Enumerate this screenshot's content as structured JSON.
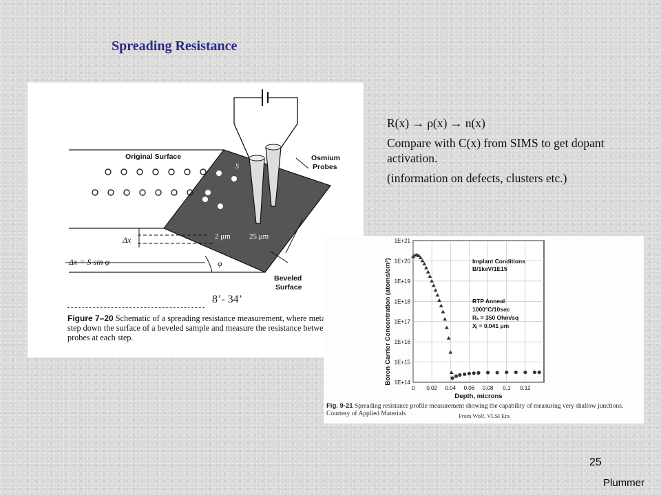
{
  "slide": {
    "title": "Spreading Resistance",
    "bullets": [
      "R(x) → ρ(x) → n(x)",
      "Compare with C(x) from SIMS to get dopant activation.",
      "(information on defects, clusters etc.)"
    ],
    "page_number": "25",
    "author": "Plummer"
  },
  "left_figure": {
    "angle_range": "8’- 34’",
    "labels": {
      "original_surface": "Original Surface",
      "osmium": "Osmium",
      "probes": "Probes",
      "beveled": "Beveled",
      "surface": "Surface",
      "delta_x": "Δx",
      "delta_x_formula": "Δx = S sin φ",
      "phi": "φ",
      "spacing_2um": "2 μm",
      "spacing_25um": "25 μm",
      "s": "S"
    },
    "caption_label": "Figure 7–20",
    "caption_text": "Schematic of a spreading resistance measurement, where metal probes step down the surface of a beveled sample and measure the resistance between the probes at each step."
  },
  "right_figure": {
    "chart_data": {
      "type": "scatter",
      "title": "",
      "xlabel": "Depth, microns",
      "ylabel": "Boron Carrier Concentration (atoms/cm³)",
      "xlim": [
        0,
        0.14
      ],
      "ylim": [
        100000000000000.0,
        1e+21
      ],
      "y_scale": "log",
      "x_ticks": [
        "0",
        "0.02",
        "0.04",
        "0.06",
        "0.08",
        "0.1",
        "0.12"
      ],
      "y_ticks": [
        "1E+21",
        "1E+20",
        "1E+19",
        "1E+18",
        "1E+17",
        "1E+16",
        "1E+15",
        "1E+14"
      ],
      "grid": true,
      "annotations": [
        "Implant Conditions",
        "B/1keV/1E15",
        "RTP Anneal",
        "1000°C/10sec",
        "Rₛ = 350 Ohm/sq",
        "Xⱼ = 0.041 μm"
      ],
      "points": [
        [
          0.0,
          1.6e+20
        ],
        [
          0.002,
          1.9e+20
        ],
        [
          0.004,
          2e+20
        ],
        [
          0.006,
          1.8e+20
        ],
        [
          0.008,
          1.4e+20
        ],
        [
          0.01,
          1e+20
        ],
        [
          0.012,
          7e+19
        ],
        [
          0.014,
          4.5e+19
        ],
        [
          0.016,
          2.8e+19
        ],
        [
          0.018,
          1.7e+19
        ],
        [
          0.02,
          1e+19
        ],
        [
          0.022,
          6e+18
        ],
        [
          0.024,
          3.5e+18
        ],
        [
          0.026,
          2e+18
        ],
        [
          0.028,
          1.1e+18
        ],
        [
          0.03,
          6e+17
        ],
        [
          0.032,
          3e+17
        ],
        [
          0.034,
          1.3e+17
        ],
        [
          0.036,
          5e+16
        ],
        [
          0.038,
          1.5e+16
        ],
        [
          0.04,
          3000000000000000.0
        ],
        [
          0.041,
          300000000000000.0
        ],
        [
          0.042,
          160000000000000.0
        ],
        [
          0.046,
          200000000000000.0
        ],
        [
          0.05,
          230000000000000.0
        ],
        [
          0.055,
          250000000000000.0
        ],
        [
          0.06,
          270000000000000.0
        ],
        [
          0.065,
          280000000000000.0
        ],
        [
          0.07,
          290000000000000.0
        ],
        [
          0.08,
          300000000000000.0
        ],
        [
          0.09,
          300000000000000.0
        ],
        [
          0.1,
          310000000000000.0
        ],
        [
          0.11,
          310000000000000.0
        ],
        [
          0.12,
          310000000000000.0
        ],
        [
          0.13,
          310000000000000.0
        ],
        [
          0.135,
          310000000000000.0
        ]
      ]
    },
    "caption_label": "Fig. 9-21",
    "caption_text": "Spreading resistance profile measurement showing the capability of measuring very shallow junctions. Courtesy of Applied Materials",
    "credit": "From Wolf, VLSI Era"
  }
}
